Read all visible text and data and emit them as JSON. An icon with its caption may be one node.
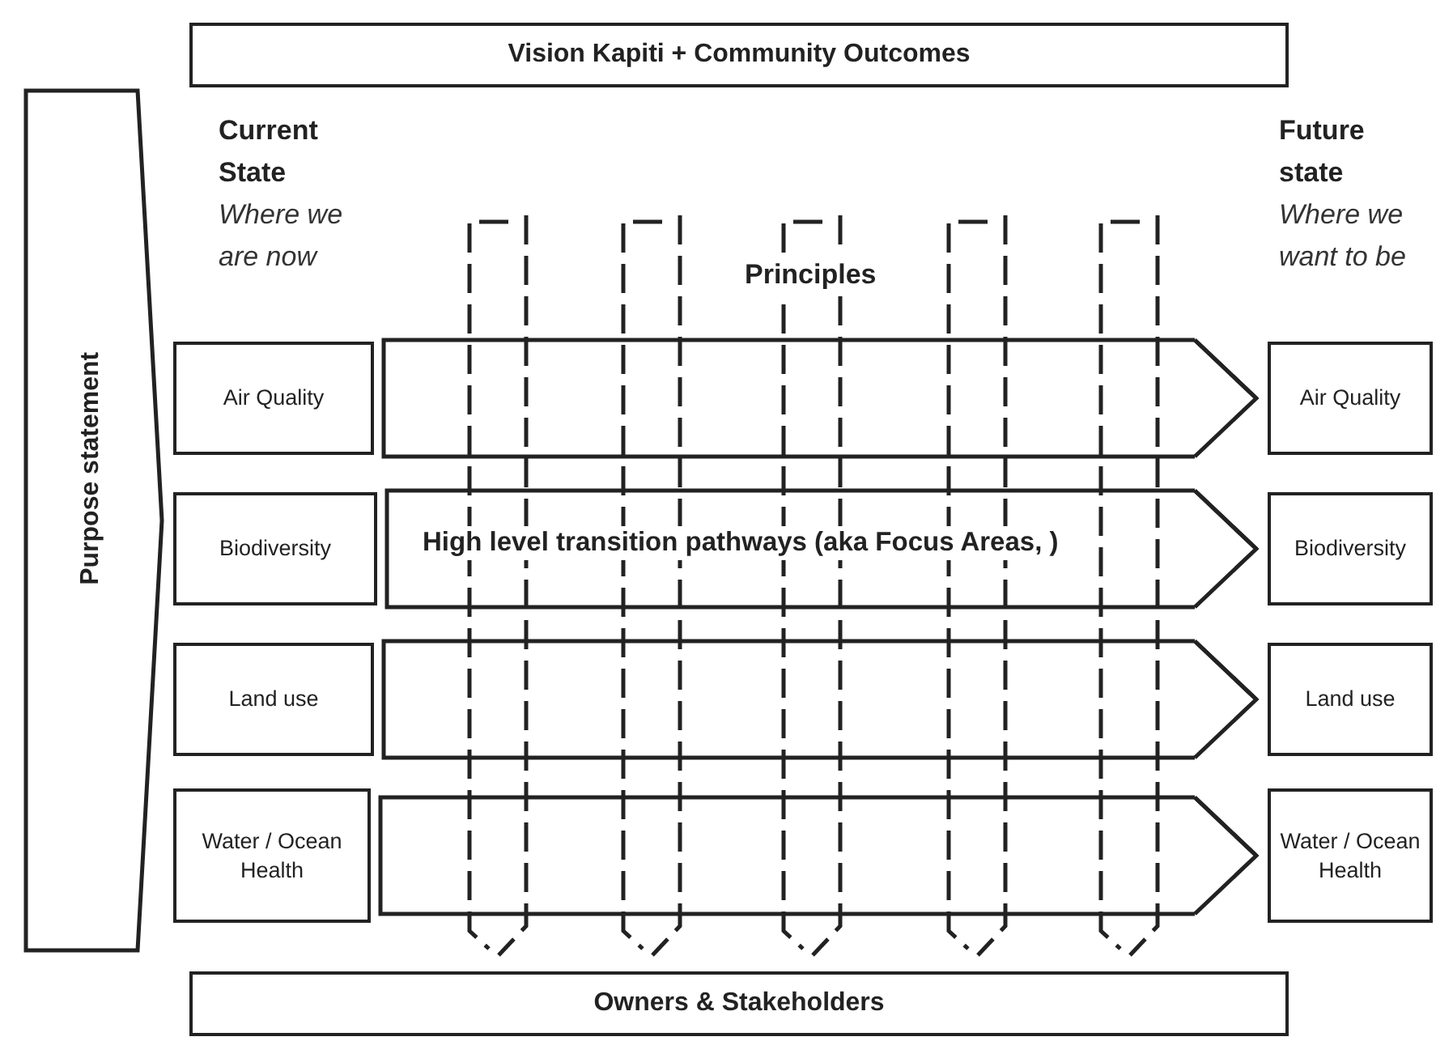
{
  "diagram": {
    "nodes": [
      {
        "text": [
          "Vision Kapiti + Community Outcomes"
        ]
      },
      {
        "text": [
          "Purpose statement"
        ]
      },
      {
        "text": [
          "Air Quality"
        ]
      },
      {
        "text": [
          "Air Quality"
        ]
      },
      {
        "text": [
          "Biodiversity"
        ]
      },
      {
        "text": [
          "Biodiversity"
        ]
      },
      {
        "text": [
          "Land use"
        ]
      },
      {
        "text": [
          "Land use"
        ]
      },
      {
        "text": [
          "Water / Ocean Health"
        ]
      },
      {
        "text": [
          "Water / Ocean Health"
        ]
      },
      {
        "text": [
          "Owners & Stakeholders"
        ]
      }
    ],
    "edges": [
      {
        "from": 2,
        "to": 3,
        "arrow": "to"
      },
      {
        "from": 4,
        "to": 5,
        "arrow": "to",
        "label": "High level transition pathways (aka Focus Areas, )"
      },
      {
        "from": 6,
        "to": 7,
        "arrow": "to"
      },
      {
        "from": 8,
        "to": 9,
        "arrow": "to"
      }
    ],
    "labels": [
      "Current State",
      "Where we are now",
      "Future state",
      "Where we want to be",
      "Principles"
    ]
  }
}
